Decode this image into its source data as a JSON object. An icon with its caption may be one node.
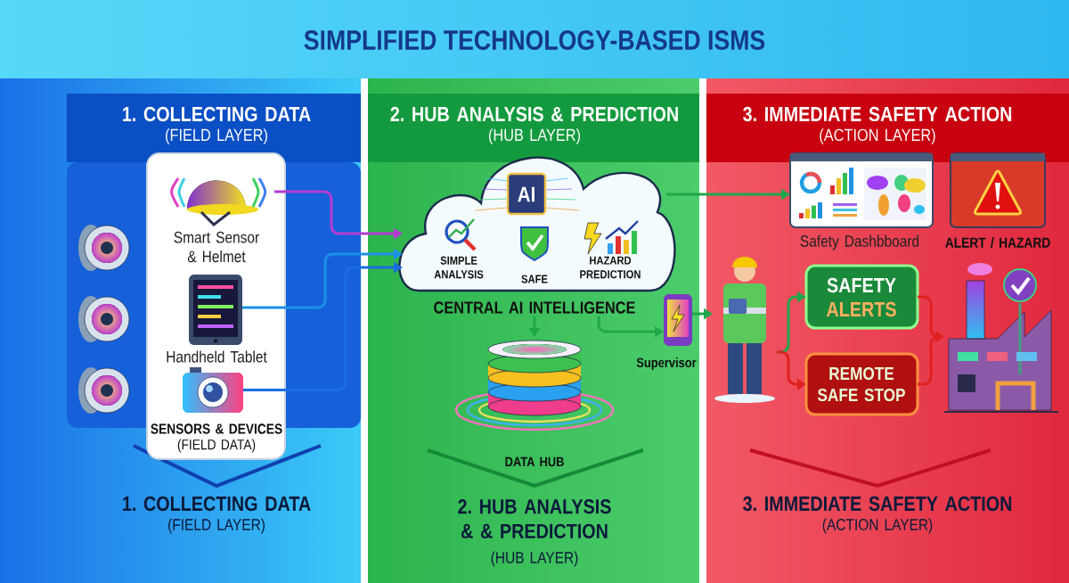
{
  "diagram": {
    "title": "SIMPLIFIED TECHNOLOGY-BASED ISMS",
    "nodes": [
      {
        "text": [
          "1. COLLECTING DATA",
          "(FIELD LAYER)"
        ]
      },
      {
        "text": [
          "SENSORS & DEVICES",
          "(FIELD DATA)"
        ]
      },
      {
        "text": [
          "Smart Sensor & Helmet"
        ],
        "in": 1
      },
      {
        "text": [
          "Handheld Tablet"
        ],
        "in": 1
      },
      {
        "text": [],
        "shape": "picture",
        "in": 1
      },
      {
        "text": [
          "2. HUB ANALYSIS & PREDICTION",
          "(HUB LAYER)"
        ]
      },
      {
        "text": [
          "AI",
          "SIMPLE ANALYSIS",
          "SAFE",
          "HAZARD PREDICTION",
          "CENTRAL AI INTELLIGENCE"
        ]
      },
      {
        "text": [
          "DATA HUB"
        ]
      },
      {
        "text": [
          "Supervisor"
        ]
      },
      {
        "text": [
          "3. IMMEDIATE SAFETY ACTION",
          "(ACTION LAYER)"
        ]
      },
      {
        "text": [
          "Safety Dashbboard"
        ]
      },
      {
        "text": [
          "ALERT / HAZARD"
        ]
      },
      {
        "text": [],
        "shape": "person"
      },
      {
        "text": [
          "SAFETY",
          "ALERTS"
        ]
      },
      {
        "text": [
          "REMOTE SAFE STOP"
        ]
      },
      {
        "text": [],
        "shape": "picture"
      }
    ],
    "edges": [
      {
        "from": 2,
        "to": 6,
        "arrow": "to",
        "color": "#b43cd2"
      },
      {
        "from": 3,
        "to": 6,
        "arrow": "to",
        "color": "#1e90e8"
      },
      {
        "from": 4,
        "to": 6,
        "arrow": "to",
        "color": "#1a6ee0"
      },
      {
        "from": 6,
        "to": 10,
        "arrow": "to"
      },
      {
        "from": 6,
        "to": 7,
        "arrow": "to"
      },
      {
        "from": 6,
        "to": 8,
        "arrow": "to"
      },
      {
        "from": 8,
        "to": 12,
        "arrow": "to"
      },
      {
        "from": 12,
        "to": 13,
        "arrow": "to"
      },
      {
        "from": 12,
        "to": 14,
        "arrow": "to",
        "color": "#e02020"
      },
      {
        "from": 13,
        "to": 15,
        "arrow": "to",
        "color": "#e02020"
      },
      {
        "from": 14,
        "to": 15,
        "arrow": "to",
        "color": "#e02020"
      }
    ],
    "labels": [
      "1. COLLECTING DATA",
      "(FIELD LAYER)",
      "2. HUB ANALYSIS & & PREDICTION",
      "(HUB LAYER)",
      "3. IMMEDIATE SAFETY ACTION",
      "(ACTION LAYER)"
    ]
  }
}
